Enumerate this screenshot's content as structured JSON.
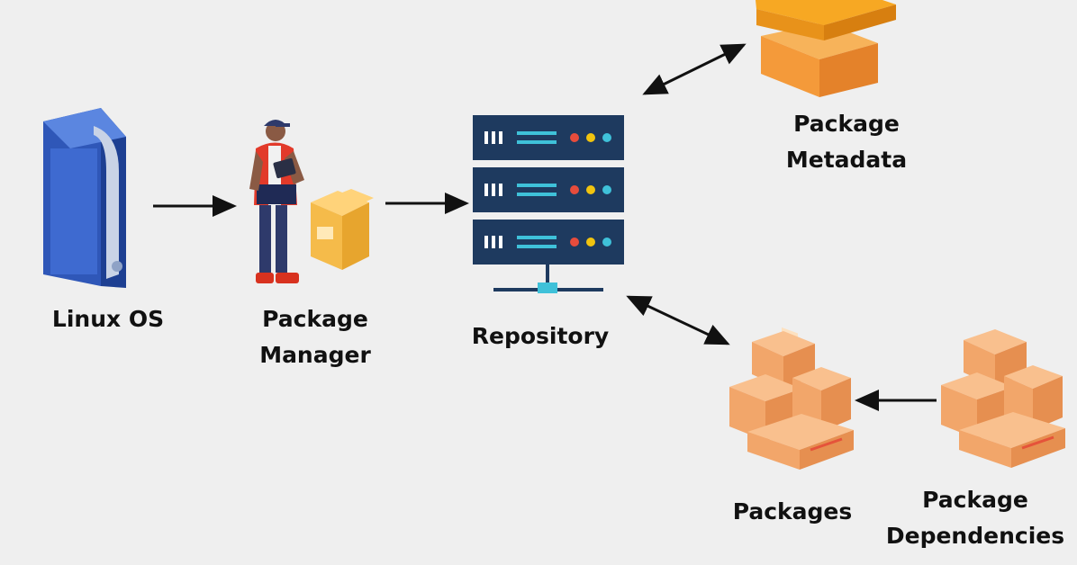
{
  "nodes": {
    "linux_os": {
      "label": "Linux OS"
    },
    "package_manager": {
      "label_lines": [
        "Package",
        "Manager"
      ]
    },
    "repository": {
      "label": "Repository"
    },
    "package_metadata": {
      "label_lines": [
        "Package",
        "Metadata"
      ]
    },
    "packages": {
      "label": "Packages"
    },
    "package_dependencies": {
      "label_lines": [
        "Package",
        "Dependencies"
      ]
    }
  },
  "edges": [
    {
      "from": "linux_os",
      "to": "package_manager",
      "direction": "forward"
    },
    {
      "from": "package_manager",
      "to": "repository",
      "direction": "forward"
    },
    {
      "from": "repository",
      "to": "package_metadata",
      "direction": "both"
    },
    {
      "from": "repository",
      "to": "packages",
      "direction": "both"
    },
    {
      "from": "package_dependencies",
      "to": "packages",
      "direction": "forward"
    }
  ],
  "icons": {
    "linux_os": "server-tower-icon",
    "package_manager": "worker-with-boxes-icon",
    "repository": "server-rack-icon",
    "package_metadata": "box-stack-icon",
    "packages": "box-pile-icon",
    "package_dependencies": "box-pile-icon"
  },
  "colors": {
    "background": "#efefef",
    "server_blue": "#3a63c7",
    "rack_navy": "#1e3a5f",
    "box_orange": "#f2a66a",
    "metadata_orange": "#f5a623",
    "worker_vest": "#e23a2a",
    "arrow": "#111111"
  }
}
